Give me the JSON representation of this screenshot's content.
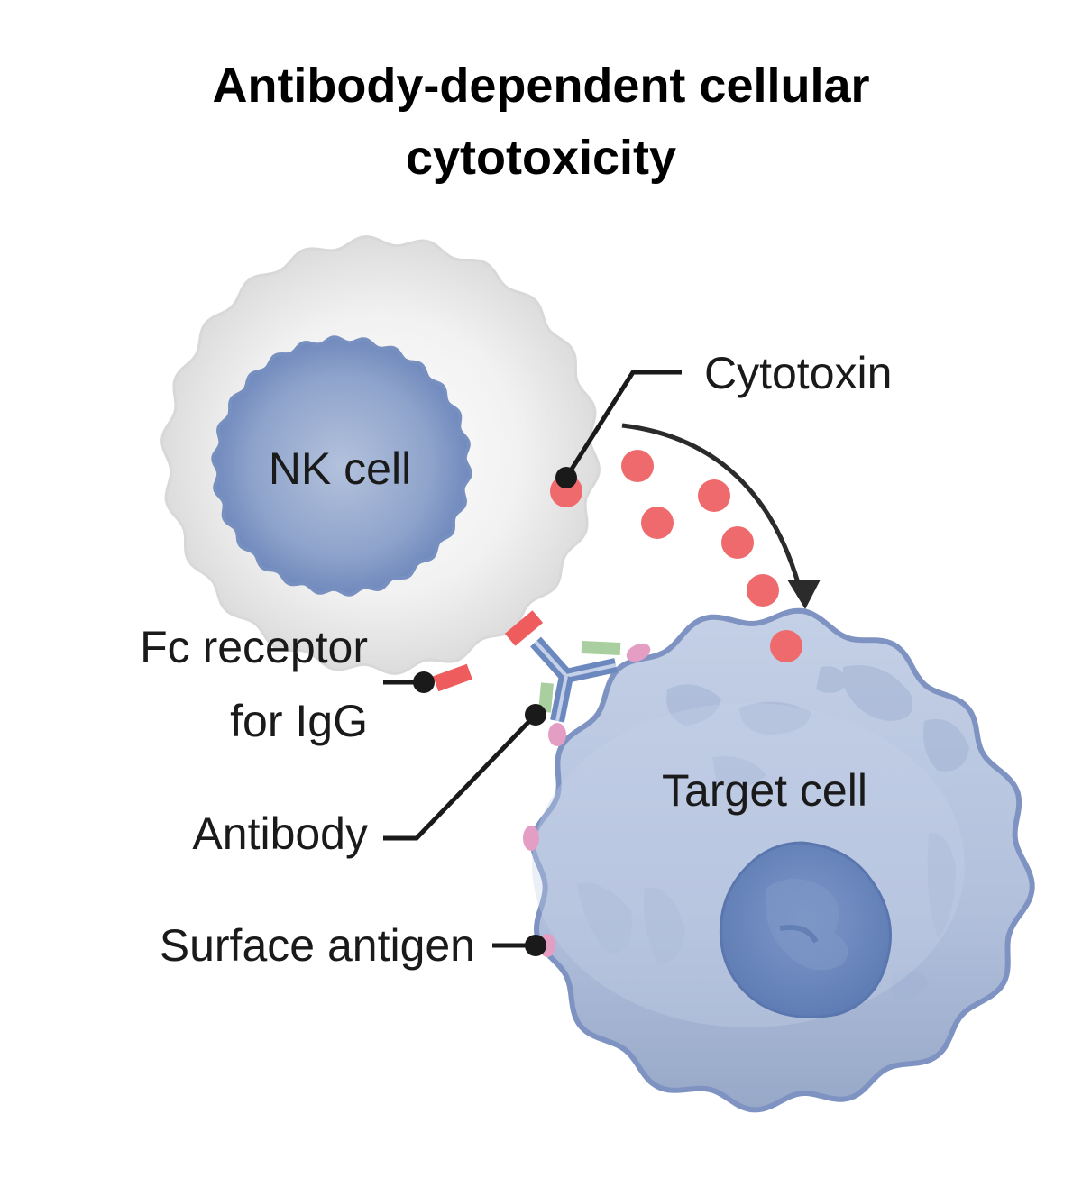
{
  "title": {
    "line1": "Antibody-dependent cellular",
    "line2": "cytotoxicity"
  },
  "labels": {
    "nk_cell": "NK cell",
    "target_cell": "Target cell",
    "cytotoxin": "Cytotoxin",
    "fc_receptor_line1": "Fc receptor",
    "fc_receptor_line2": "for IgG",
    "antibody": "Antibody",
    "surface_antigen": "Surface antigen"
  },
  "colors": {
    "nk_cytoplasm": "#e6e6e6",
    "nk_nucleus": "#8ea3cb",
    "target_cell": "#b5c3de",
    "target_nucleus": "#6f8bbe",
    "cytotoxin": "#ee6a6c",
    "fc_receptor": "#ee5c5e",
    "antibody": "#6c89bf",
    "antibody_tip": "#a9cfa0",
    "surface_antigen": "#e59ec3",
    "leader": "#1a1a1a"
  }
}
